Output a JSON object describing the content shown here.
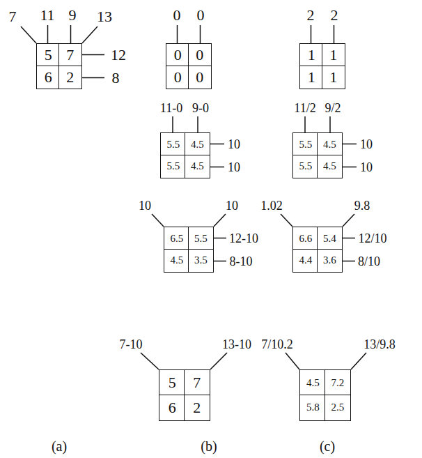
{
  "diagram": {
    "nodes": [
      {
        "text": [
          "5"
        ]
      },
      {
        "text": [
          "7"
        ]
      },
      {
        "text": [
          "6"
        ]
      },
      {
        "text": [
          "2"
        ]
      },
      {
        "text": [
          "0"
        ]
      },
      {
        "text": [
          "0"
        ]
      },
      {
        "text": [
          "0"
        ]
      },
      {
        "text": [
          "0"
        ]
      },
      {
        "text": [
          "1"
        ]
      },
      {
        "text": [
          "1"
        ]
      },
      {
        "text": [
          "1"
        ]
      },
      {
        "text": [
          "1"
        ]
      },
      {
        "text": [
          "5.5"
        ]
      },
      {
        "text": [
          "4.5"
        ]
      },
      {
        "text": [
          "5.5"
        ]
      },
      {
        "text": [
          "4.5"
        ]
      },
      {
        "text": [
          "5.5"
        ]
      },
      {
        "text": [
          "4.5"
        ]
      },
      {
        "text": [
          "5.5"
        ]
      },
      {
        "text": [
          "4.5"
        ]
      },
      {
        "text": [
          "6.5"
        ]
      },
      {
        "text": [
          "5.5"
        ]
      },
      {
        "text": [
          "4.5"
        ]
      },
      {
        "text": [
          "3.5"
        ]
      },
      {
        "text": [
          "6.6"
        ]
      },
      {
        "text": [
          "5.4"
        ]
      },
      {
        "text": [
          "4.4"
        ]
      },
      {
        "text": [
          "3.6"
        ]
      },
      {
        "text": [
          "5"
        ]
      },
      {
        "text": [
          "7"
        ]
      },
      {
        "text": [
          "6"
        ]
      },
      {
        "text": [
          "2"
        ]
      },
      {
        "text": [
          "4.5"
        ]
      },
      {
        "text": [
          "7.2"
        ]
      },
      {
        "text": [
          "5.8"
        ]
      },
      {
        "text": [
          "2.5"
        ]
      }
    ],
    "labels": [
      "7",
      "11",
      "9",
      "13",
      "12",
      "8",
      "0",
      "0",
      "2",
      "2",
      "11-0",
      "9-0",
      "10",
      "10",
      "11/2",
      "9/2",
      "10",
      "10",
      "10",
      "10",
      "12-10",
      "8-10",
      "1.02",
      "9.8",
      "12/10",
      "8/10",
      "7-10",
      "13-10",
      "7/10.2",
      "13/9.8",
      "(a)",
      "(b)",
      "(c)"
    ]
  }
}
